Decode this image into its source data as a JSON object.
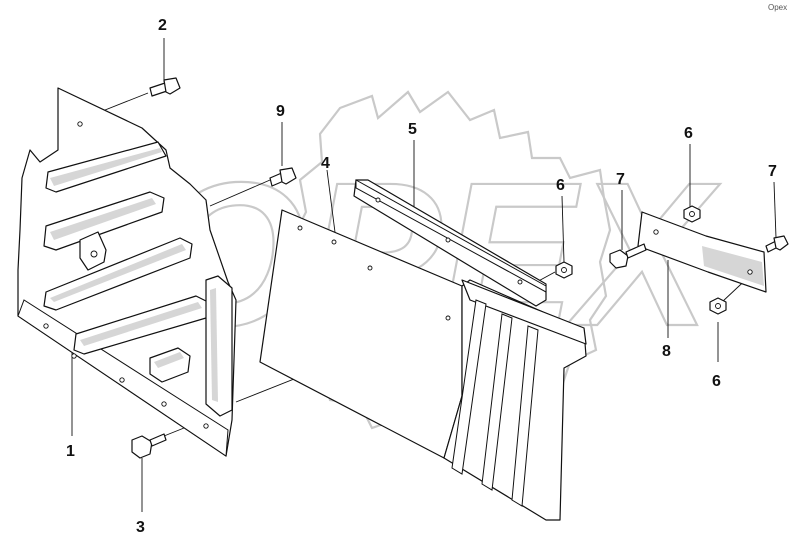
{
  "diagram": {
    "corner_mark": "Opex",
    "watermark": "OPEX",
    "callouts": [
      {
        "id": "1",
        "label": "1"
      },
      {
        "id": "2",
        "label": "2"
      },
      {
        "id": "3",
        "label": "3"
      },
      {
        "id": "4",
        "label": "4"
      },
      {
        "id": "5",
        "label": "5"
      },
      {
        "id": "6a",
        "label": "6"
      },
      {
        "id": "6b",
        "label": "6"
      },
      {
        "id": "6c",
        "label": "6"
      },
      {
        "id": "7a",
        "label": "7"
      },
      {
        "id": "7b",
        "label": "7"
      },
      {
        "id": "8",
        "label": "8"
      },
      {
        "id": "9",
        "label": "9"
      }
    ]
  }
}
